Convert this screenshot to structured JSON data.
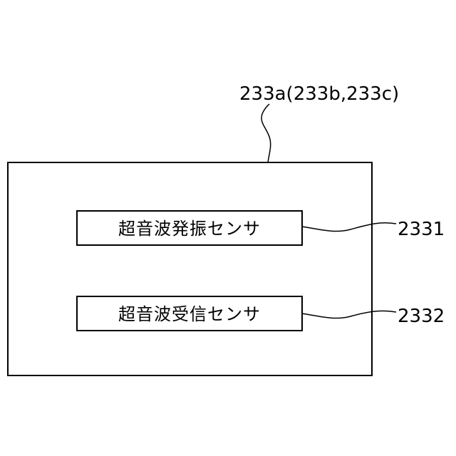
{
  "diagram": {
    "outer_block": {
      "reference": "233a(233b,233c)"
    },
    "blocks": [
      {
        "label": "超音波発振センサ",
        "reference": "2331"
      },
      {
        "label": "超音波受信センサ",
        "reference": "2332"
      }
    ],
    "colors": {
      "line": "#000000",
      "background": "#ffffff"
    }
  }
}
